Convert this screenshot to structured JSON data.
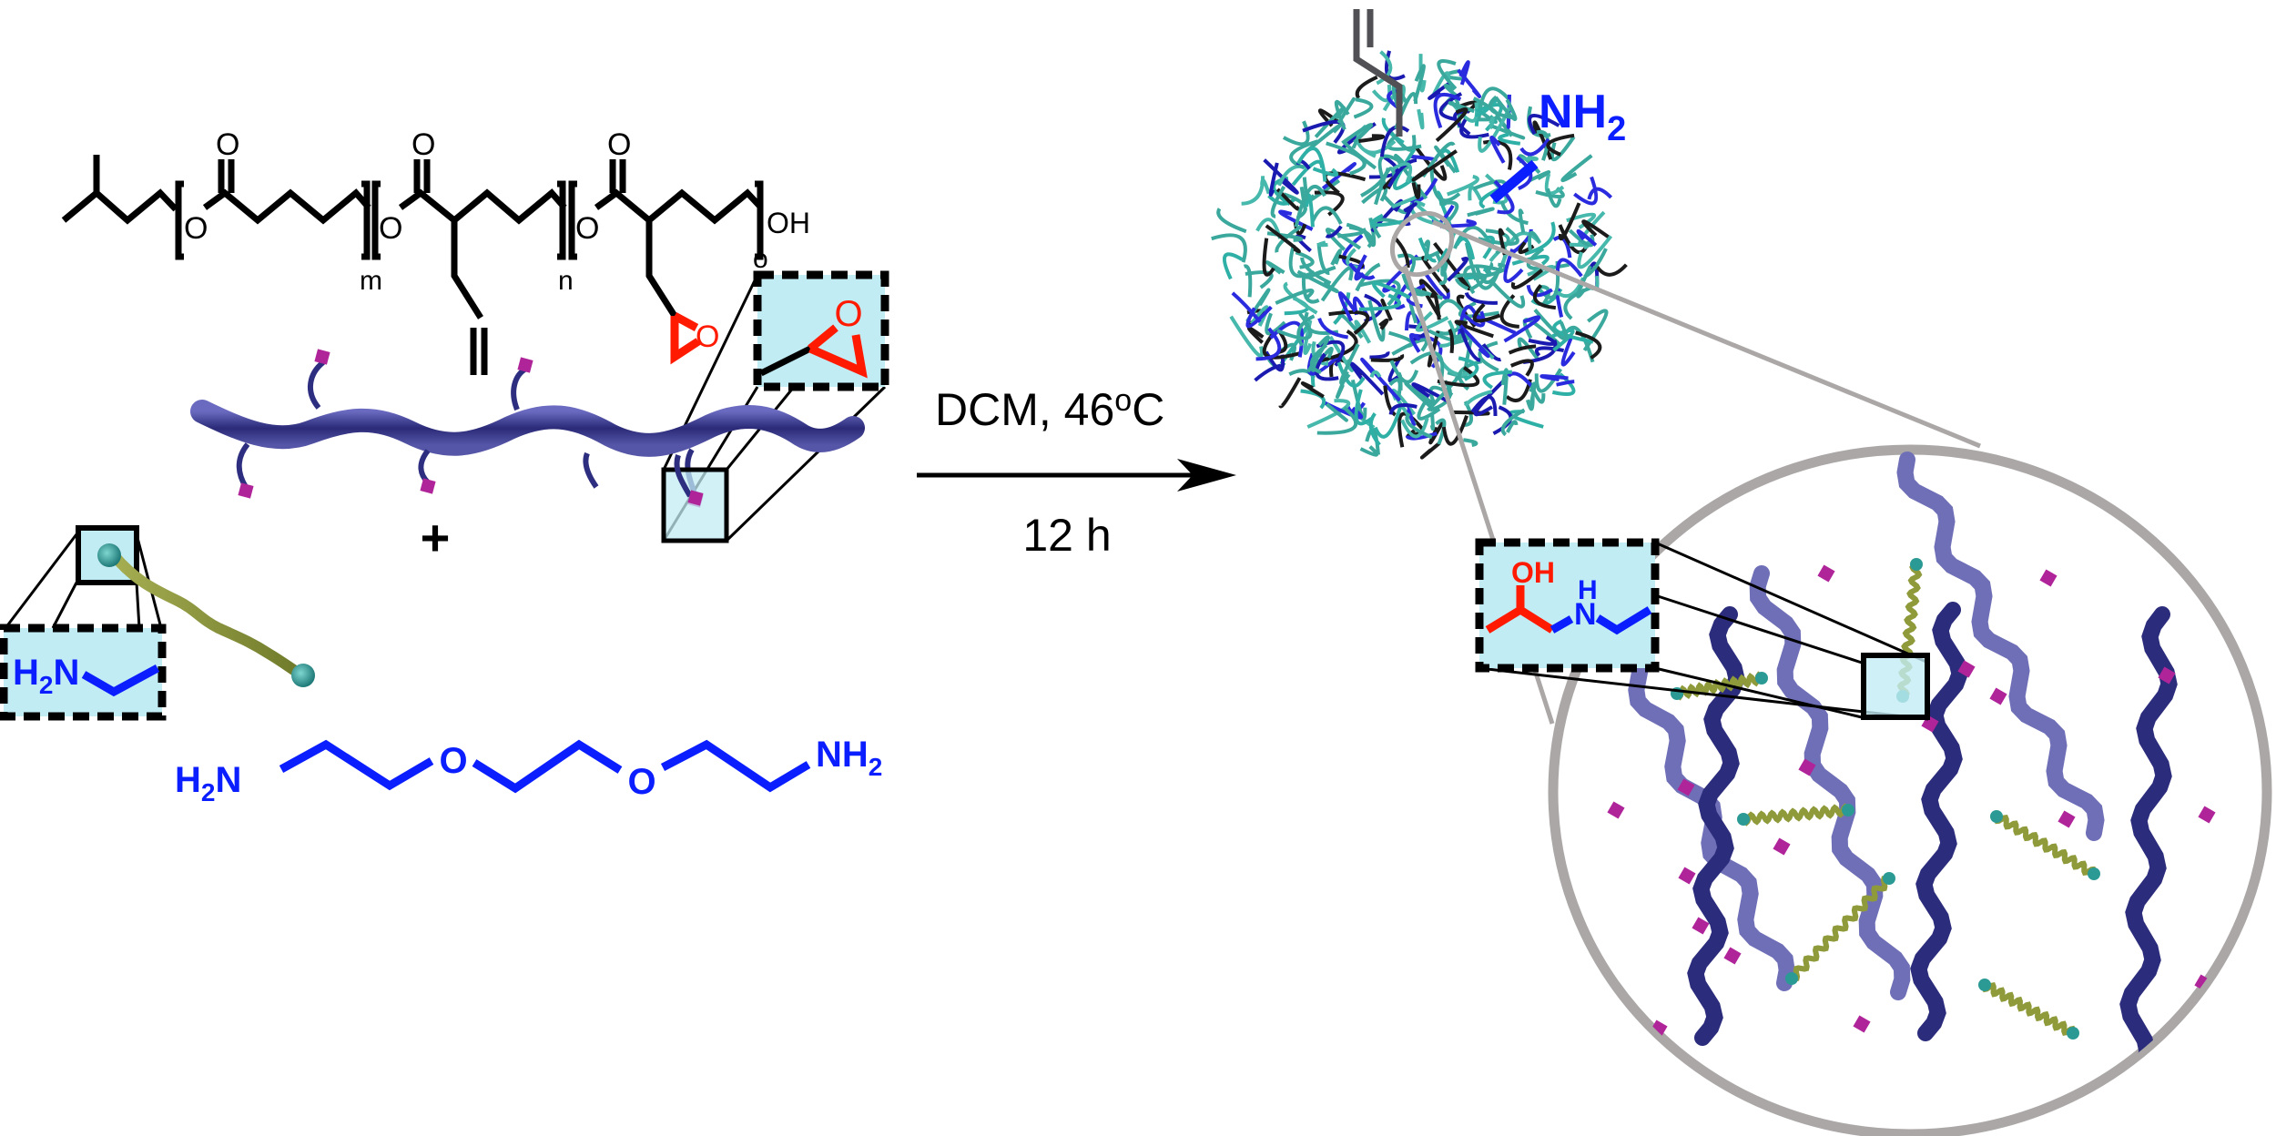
{
  "figure": {
    "title": "Crosslinking of epoxide-functionalized polyester nanoparticles with a diamine",
    "colors": {
      "epoxide_red": "#ff1a00",
      "amine_blue": "#0a1eff",
      "highlight_box": "#c2ecf4",
      "backbone_purple": "#3c3c8c",
      "crosslinker_olive": "#8f9a3a",
      "nanoparticle_teal": "#3aa89c",
      "pendant_magenta": "#b0249a",
      "zoom_grey": "#aaa7a6"
    }
  },
  "polymer": {
    "atoms": {
      "o_ester_1": "O",
      "o_ester_2": "O",
      "o_ester_3": "O",
      "o_carbonyl_1": "O",
      "o_carbonyl_2": "O",
      "o_carbonyl_3": "O",
      "terminal": "OH",
      "epoxide_o": "O"
    },
    "subscripts": {
      "block1": "m",
      "block2": "n",
      "block3": "o"
    }
  },
  "epoxide_inset": {
    "atom": "O"
  },
  "plus_sign": "+",
  "amine_inset": {
    "h2": "H",
    "sub2": "2",
    "n": "N"
  },
  "diamine": {
    "left_amine": {
      "h": "H",
      "sub": "2",
      "n": "N"
    },
    "ether_o_1": "O",
    "ether_o_2": "O",
    "right_amine": {
      "nh": "NH",
      "sub": "2"
    }
  },
  "reaction": {
    "conditions_solvent": "DCM, 46",
    "conditions_degree": "o",
    "conditions_unit": "C",
    "time": "12 h"
  },
  "nanoparticle": {
    "amine_label": "NH",
    "amine_sub": "2"
  },
  "product_inset": {
    "oh": "OH",
    "h": "H",
    "n": "N"
  }
}
